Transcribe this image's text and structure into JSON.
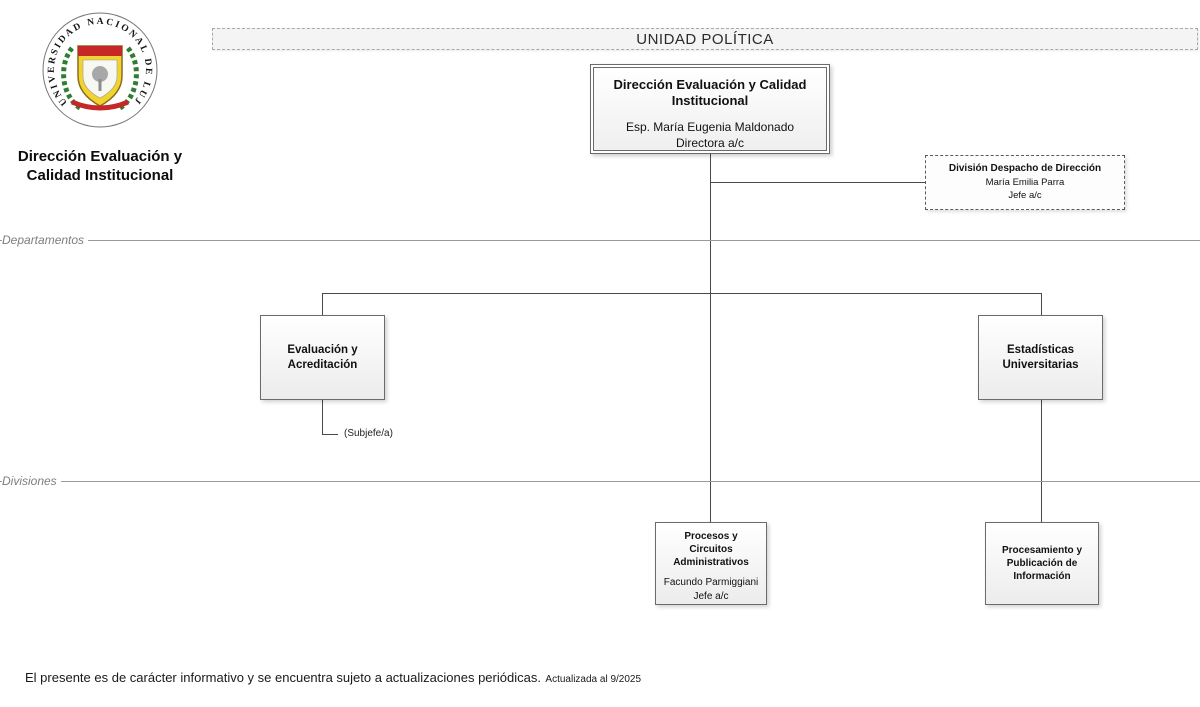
{
  "logo": {
    "ring_text": "UNIVERSIDAD NACIONAL DE LUJÁN",
    "caption_line1": "Dirección Evaluación y",
    "caption_line2": "Calidad Institucional"
  },
  "banner": {
    "label": "UNIDAD POLÍTICA"
  },
  "sections": {
    "departamentos": "Departamentos",
    "divisiones": "Divisiones"
  },
  "nodes": {
    "direction": {
      "title": "Dirección Evaluación y Calidad Institucional",
      "person": "Esp. María Eugenia Maldonado",
      "role": "Directora a/c"
    },
    "despacho": {
      "title": "División Despacho de Dirección",
      "person": "María Emilia Parra",
      "role": "Jefe a/c"
    },
    "evaluacion": {
      "title": "Evaluación y Acreditación"
    },
    "estadisticas": {
      "title": "Estadísticas Universitarias"
    },
    "procesos": {
      "title": "Procesos y Circuitos Administrativos",
      "person": "Facundo Parmiggiani",
      "role": "Jefe a/c"
    },
    "procesamiento": {
      "title": "Procesamiento y Publicación de Información"
    }
  },
  "annotations": {
    "subjefe": "(Subjefe/a)"
  },
  "footer": {
    "text": "El presente es de carácter informativo y se encuentra sujeto a actualizaciones periódicas.",
    "updated": "Actualizada al 9/2025"
  },
  "colors": {
    "connector": "#4a4a4a",
    "separator": "#9a9a9a",
    "crest_yellow": "#f2d22e",
    "crest_red": "#c62828",
    "crest_green": "#2e7d32"
  }
}
